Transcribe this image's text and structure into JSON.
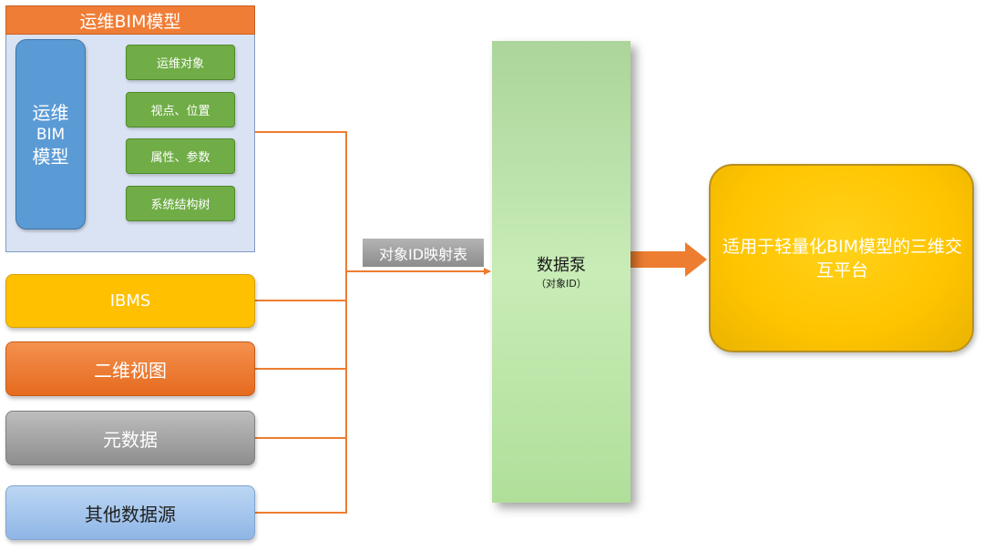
{
  "bim_panel": {
    "title": "运维BIM模型",
    "core_line1": "运维",
    "core_line2": "BIM",
    "core_line3": "模型",
    "items": [
      {
        "label": "运维对象"
      },
      {
        "label": "视点、位置"
      },
      {
        "label": "属性、参数"
      },
      {
        "label": "系统结构树"
      }
    ]
  },
  "sources": {
    "ibms": "IBMS",
    "view2d": "二维视图",
    "metadata": "元数据",
    "other": "其他数据源"
  },
  "mapping_label": "对象ID映射表",
  "pump": {
    "title": "数据泵",
    "subtitle": "（对象ID）"
  },
  "platform": {
    "text": "适用于轻量化BIM模型的三维交互平台"
  },
  "colors": {
    "connector": "#ed7d31",
    "bim_title": "#f07d36",
    "bim_core": "#5b9bd5",
    "sub_box": "#70ad47",
    "ibms": "#ffc000",
    "view2d": "#ed7d31",
    "metadata": "#a5a5a5",
    "other": "#9dc3e6",
    "pump": "#c5e0b4",
    "platform": "#ffc000"
  }
}
